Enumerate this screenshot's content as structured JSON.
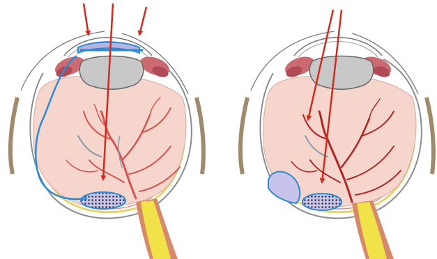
{
  "diagram": {
    "panels": [
      {
        "id": "left",
        "incoming_rays": 3,
        "has_lens_implant_band": true,
        "has_blue_pathway": true,
        "lesions": [
          "dotted-macular-patch"
        ]
      },
      {
        "id": "right",
        "incoming_rays": 2,
        "has_lens_implant_band": false,
        "has_blue_pathway": false,
        "lesions": [
          "dotted-macular-patch",
          "retinal-detachment-bulge"
        ]
      }
    ],
    "colors": {
      "ray": "#d42a1e",
      "vitreous": "#f6d5cc",
      "lens": "#c8c8c8",
      "ciliary": "#cc6a72",
      "vessel": "#d9544f",
      "vessel_dark": "#b32424",
      "optic_nerve": "#f2e24a",
      "optic_sheath": "#d68a6a",
      "pathway": "#2b8ad6",
      "implant": "#b9b3de",
      "lesion_fill": "#c7c3ea",
      "choroid": "#e6d36a",
      "sclera": "#8c8c8c"
    }
  }
}
